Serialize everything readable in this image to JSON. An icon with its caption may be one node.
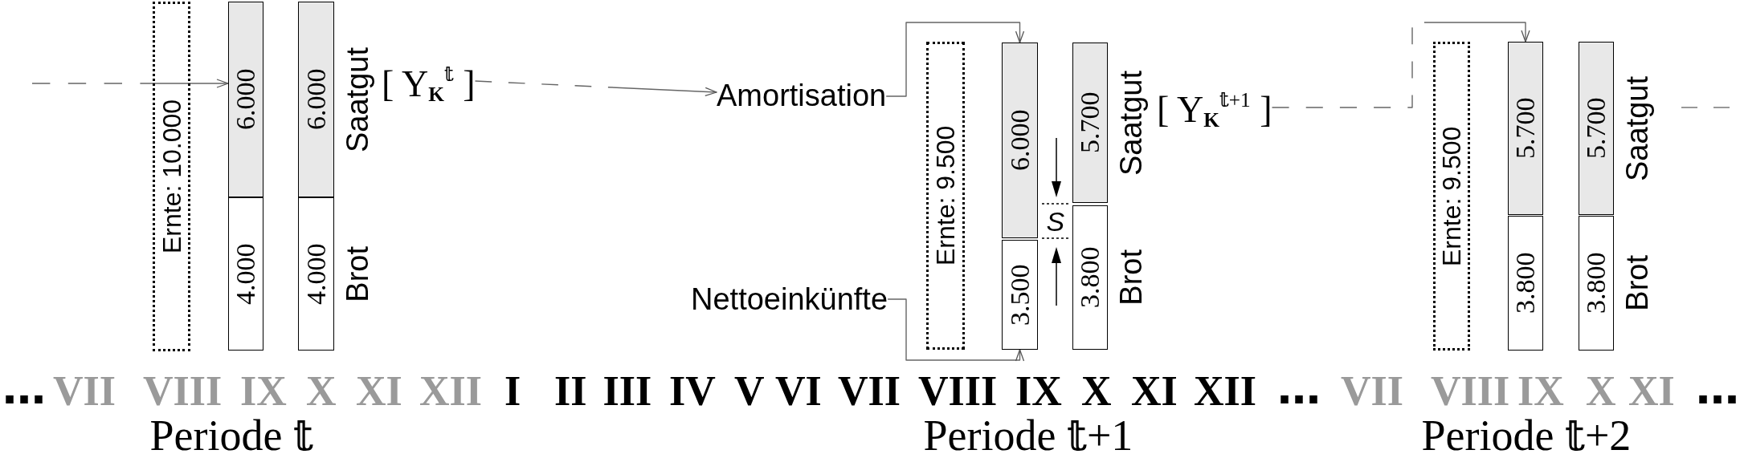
{
  "diagram": {
    "nodes": [
      {
        "text": [
          "Ernte: 10.000"
        ]
      },
      {
        "text": [
          "6.000"
        ]
      },
      {
        "text": [
          "4.000"
        ]
      },
      {
        "text": [
          "6.000"
        ],
        "beside": [
          "Saatgut"
        ]
      },
      {
        "text": [
          "4.000"
        ],
        "beside": [
          "Brot"
        ]
      },
      {
        "text": [
          "[ Y$_{K}$$^{𝕥}$ ]"
        ]
      },
      {
        "text": [
          "Amortisation"
        ]
      },
      {
        "text": [
          "Nettoeinkünfte"
        ]
      },
      {
        "text": [
          "Ernte: 9.500"
        ]
      },
      {
        "text": [
          "6.000"
        ]
      },
      {
        "text": [
          "3.500"
        ]
      },
      {
        "text": [
          "5.700"
        ],
        "beside": [
          "Saatgut"
        ]
      },
      {
        "text": [
          "3.800"
        ],
        "beside": [
          "Brot"
        ]
      },
      {
        "text": [
          "[ Y$_{K}$$^{𝕥+1}$ ]"
        ]
      },
      {
        "text": [
          "Ernte: 9.500"
        ]
      },
      {
        "text": [
          "5.700"
        ]
      },
      {
        "text": [
          "3.800"
        ]
      },
      {
        "text": [
          "5.700"
        ],
        "beside": [
          "Saatgut"
        ]
      },
      {
        "text": [
          "3.800"
        ],
        "beside": [
          "Brot"
        ]
      }
    ],
    "edges": [
      {
        "from": null,
        "to": 1,
        "arrow": "to",
        "style": "dashed"
      },
      {
        "from": 5,
        "to": 6,
        "arrow": "to",
        "style": "dashed"
      },
      {
        "from": 6,
        "to": 9,
        "arrow": "to"
      },
      {
        "from": 7,
        "to": 10,
        "arrow": "to"
      },
      {
        "from": 13,
        "to": 15,
        "arrow": "to",
        "style": "dashed"
      }
    ],
    "labels": [
      "S",
      "…",
      "VII",
      "VIII",
      "IX",
      "X",
      "XI",
      "XII",
      "I",
      "II",
      "III",
      "IV",
      "V",
      "VI",
      "VII",
      "VIII",
      "IX",
      "X",
      "XI",
      "XII",
      "…",
      "VII",
      "VIII",
      "IX",
      "X",
      "XI",
      "…",
      "Periode 𝕥",
      "Periode 𝕥+1",
      "Periode 𝕥+2"
    ]
  }
}
